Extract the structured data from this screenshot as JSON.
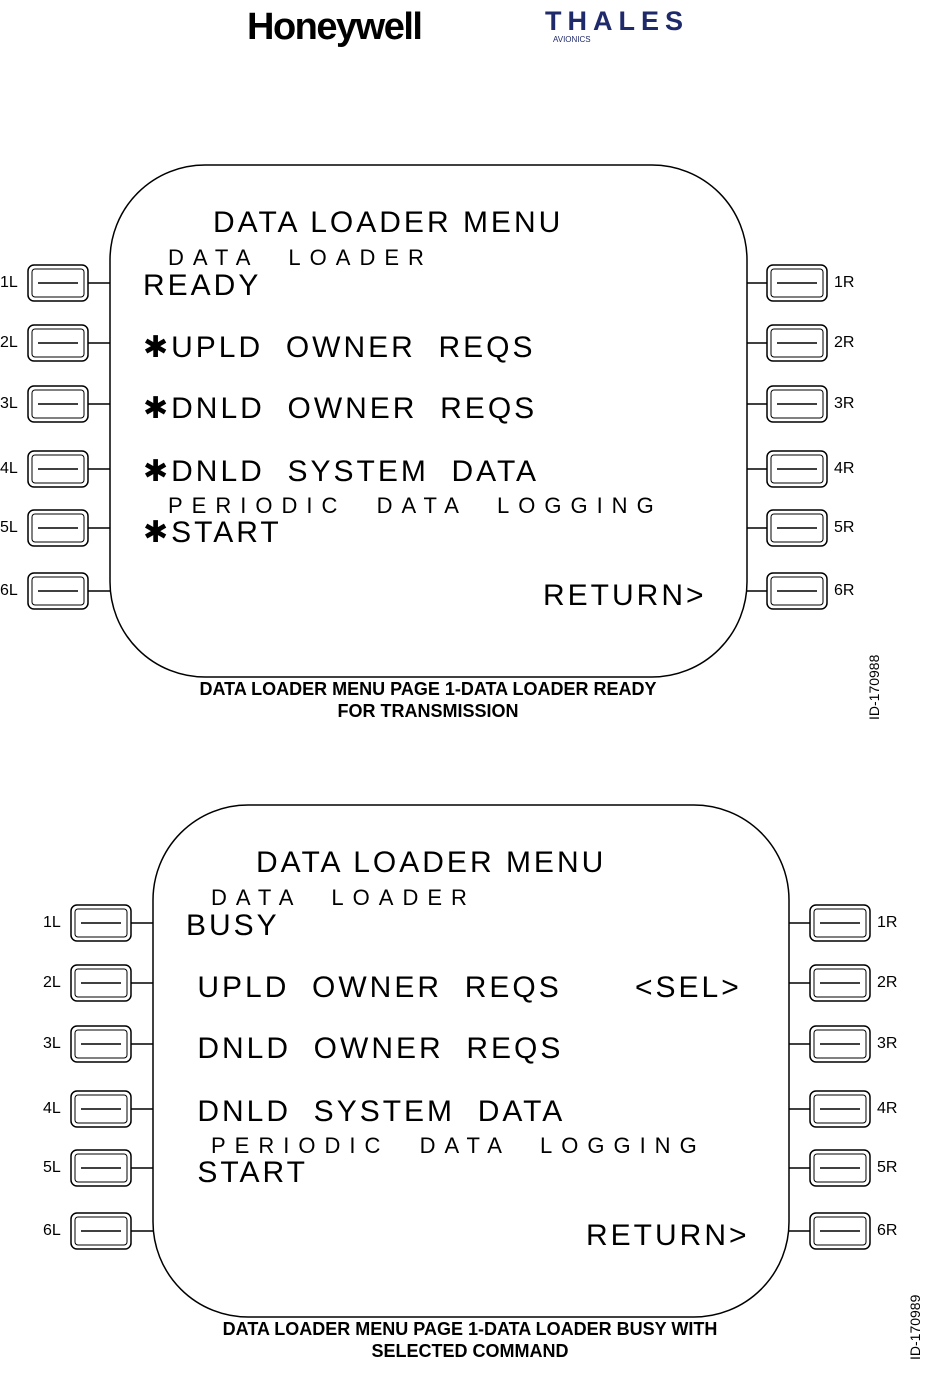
{
  "logos": {
    "honeywell": "Honeywell",
    "thales": "THALES",
    "thales_sub": "AVIONICS"
  },
  "figures": [
    {
      "title": "DATA LOADER MENU",
      "status_label": "DATA  LOADER",
      "status_value": "READY",
      "lines": [
        "✱UPLD  OWNER  REQS",
        "✱DNLD  OWNER  REQS",
        "✱DNLD  SYSTEM  DATA"
      ],
      "periodic_label": "PERIODIC  DATA  LOGGING",
      "periodic_action": "✱START",
      "right_action": "",
      "return_label": "RETURN>",
      "left_keys": [
        "1L",
        "2L",
        "3L",
        "4L",
        "5L",
        "6L"
      ],
      "right_keys": [
        "1R",
        "2R",
        "3R",
        "4R",
        "5R",
        "6R"
      ],
      "caption_line1": "DATA LOADER MENU PAGE 1-DATA LOADER READY",
      "caption_line2": "FOR TRANSMISSION",
      "figure_id": "ID-170988"
    },
    {
      "title": "DATA LOADER MENU",
      "status_label": "DATA  LOADER",
      "status_value": "BUSY",
      "lines": [
        " UPLD  OWNER  REQS",
        " DNLD  OWNER  REQS",
        " DNLD  SYSTEM  DATA"
      ],
      "periodic_label": "PERIODIC  DATA  LOGGING",
      "periodic_action": " START",
      "right_action": "<SEL>",
      "return_label": "RETURN>",
      "left_keys": [
        "1L",
        "2L",
        "3L",
        "4L",
        "5L",
        "6L"
      ],
      "right_keys": [
        "1R",
        "2R",
        "3R",
        "4R",
        "5R",
        "6R"
      ],
      "caption_line1": "DATA LOADER MENU PAGE 1-DATA LOADER BUSY WITH",
      "caption_line2": "SELECTED COMMAND",
      "figure_id": "ID-170989"
    }
  ]
}
